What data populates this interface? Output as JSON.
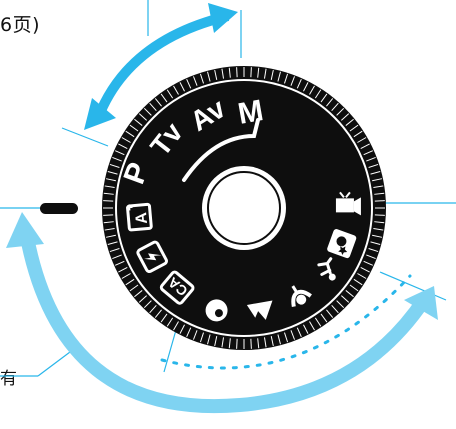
{
  "page_ref_text": "6页)",
  "bottom_label": "有",
  "dial": {
    "modes": [
      {
        "label": "M",
        "name": "manual"
      },
      {
        "label": "Av",
        "name": "aperture-priority"
      },
      {
        "label": "Tv",
        "name": "shutter-priority"
      },
      {
        "label": "P",
        "name": "program"
      },
      {
        "label": "A+",
        "name": "scene-intelligent-auto"
      },
      {
        "label": "flash-off",
        "name": "flash-off"
      },
      {
        "label": "CA",
        "name": "creative-auto"
      },
      {
        "label": "portrait",
        "name": "portrait"
      },
      {
        "label": "landscape",
        "name": "landscape"
      },
      {
        "label": "close-up",
        "name": "close-up"
      },
      {
        "label": "sports",
        "name": "sports"
      },
      {
        "label": "night-portrait",
        "name": "night-portrait"
      },
      {
        "label": "movie",
        "name": "movie-shooting"
      }
    ]
  },
  "colors": {
    "accent_blue": "#29b6ea",
    "light_blue": "#7fd3f2",
    "dial_black": "#0e0e0e",
    "dial_white": "#ffffff"
  }
}
